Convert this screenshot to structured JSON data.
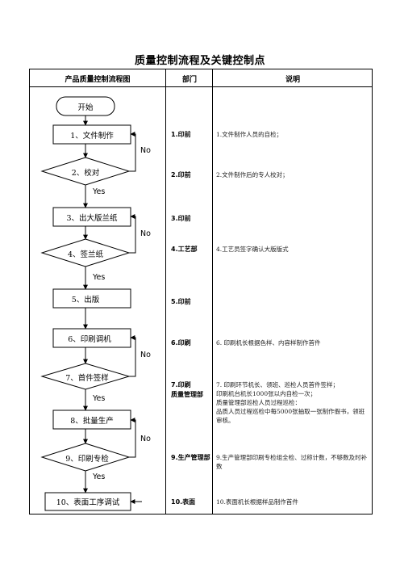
{
  "title": "质量控制流程及关键控制点",
  "headers": {
    "flow": "产品质量控制流程图",
    "dept": "部门",
    "desc": "说明"
  },
  "flow": {
    "start": "开始",
    "steps": [
      "1、文件制作",
      "2、校对",
      "3、出大版兰纸",
      "4、签兰纸",
      "5、出版",
      "6、印刷调机",
      "7、首件签样",
      "8、批量生产",
      "9、印刷专检",
      "10、表面工序调试"
    ],
    "no_label": "No",
    "yes_label": "Yes"
  },
  "rows": [
    {
      "dept": "1.印前",
      "desc": [
        "1.文件制作人员的自检；"
      ]
    },
    {
      "dept": "2.印前",
      "desc": [
        "2.文件制作后的专人校对；"
      ]
    },
    {
      "dept": "3.印前",
      "desc": []
    },
    {
      "dept": "4.工艺部",
      "desc": [
        "4.工艺员签字确认大版版式"
      ]
    },
    {
      "dept": "5.印前",
      "desc": []
    },
    {
      "dept": "6.印刷",
      "desc": [
        "6.   印刷机长根据色样、内容样制作首件"
      ]
    },
    {
      "dept": "7.印刷\n质量管理部",
      "desc": [
        "7.   印刷环节机长、领班、巡检人员首件签样；",
        "印刷机台机长1000张以内自检一次；",
        "质量管理部巡检人员过程巡检：",
        "品质人员过程巡检中每5000张抽取一张制作假书，领班审核。"
      ]
    },
    {
      "dept": "9.生产管理部",
      "desc": [
        "9.生产管理部印刷专检组全检、过称计数，不够数及时补数"
      ]
    },
    {
      "dept": "10.表面",
      "desc": [
        "10.表面机长根据样品制作首件"
      ]
    }
  ]
}
